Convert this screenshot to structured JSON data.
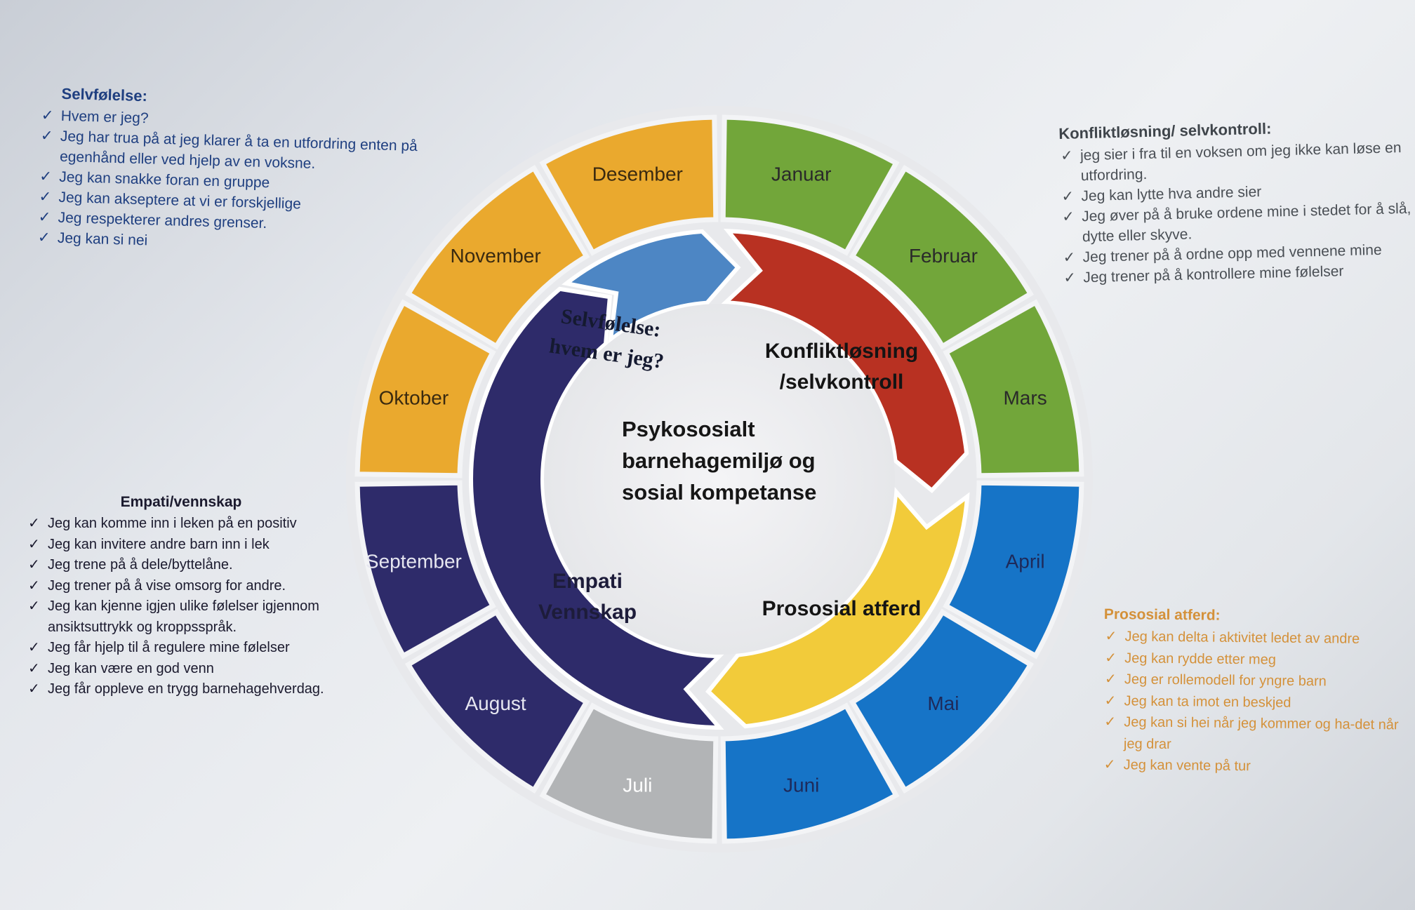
{
  "months": [
    {
      "label": "Januar",
      "color": "#72a63a",
      "text_color": "#2a2a2a"
    },
    {
      "label": "Februar",
      "color": "#72a63a",
      "text_color": "#2a2a2a"
    },
    {
      "label": "Mars",
      "color": "#72a63a",
      "text_color": "#2a2a2a"
    },
    {
      "label": "April",
      "color": "#1674c7",
      "text_color": "#1e2a5a"
    },
    {
      "label": "Mai",
      "color": "#1674c7",
      "text_color": "#1e2a5a"
    },
    {
      "label": "Juni",
      "color": "#1674c7",
      "text_color": "#1e2a5a"
    },
    {
      "label": "Juli",
      "color": "#b2b4b6",
      "text_color": "#ffffff"
    },
    {
      "label": "August",
      "color": "#2e2b6a",
      "text_color": "#e6e6f0"
    },
    {
      "label": "September",
      "color": "#2e2b6a",
      "text_color": "#e6e6f0"
    },
    {
      "label": "Oktober",
      "color": "#eaa92e",
      "text_color": "#3a2a10"
    },
    {
      "label": "November",
      "color": "#eaa92e",
      "text_color": "#3a2a10"
    },
    {
      "label": "Desember",
      "color": "#eaa92e",
      "text_color": "#3a2a10"
    }
  ],
  "themes": [
    {
      "lines": [
        "Konfliktløsning",
        "/selvkontroll"
      ],
      "color": "#b83122",
      "text_color": "#141414"
    },
    {
      "lines": [
        "Prososial atferd"
      ],
      "color": "#f2cb3a",
      "text_color": "#141414"
    },
    {
      "lines": [
        "Empati",
        "Vennskap"
      ],
      "color": "#2e2b6a",
      "text_color": "#1d1c3a"
    },
    {
      "lines": [
        "Selvfølelse:",
        "hvem er jeg?"
      ],
      "color": "#4d86c4",
      "text_color": "#151a30"
    }
  ],
  "center": {
    "lines": [
      "Psykososialt",
      "barnehagemiljø og",
      "sosial kompetanse"
    ]
  },
  "panels": {
    "selvfolelse": {
      "title": "Selvfølelse:",
      "items": [
        "Hvem er jeg?",
        "Jeg har trua på at jeg klarer å ta en utfordring enten på egenhånd eller ved hjelp av en voksne.",
        "Jeg kan snakke foran en gruppe",
        "Jeg kan akseptere at vi er forskjellige",
        "Jeg respekterer andres grenser.",
        "Jeg kan si nei"
      ]
    },
    "konflikt": {
      "title": "Konfliktløsning/ selvkontroll:",
      "items": [
        "jeg sier i fra til en voksen om jeg ikke kan løse en utfordring.",
        "Jeg kan lytte hva andre sier",
        "Jeg øver på å bruke ordene mine i stedet for å slå, dytte eller skyve.",
        "Jeg trener på å ordne opp med vennene mine",
        "Jeg trener på å kontrollere mine følelser"
      ]
    },
    "empati": {
      "title": "Empati/vennskap",
      "items": [
        "Jeg kan komme inn i leken på en positiv",
        "Jeg kan invitere andre barn inn i lek",
        "Jeg trene på å dele/byttelåne.",
        "Jeg trener på å vise omsorg for andre.",
        "Jeg kan kjenne igjen ulike følelser igjennom ansiktsuttrykk og kroppsspråk.",
        "Jeg får hjelp til å regulere mine følelser",
        "Jeg kan være en god venn",
        "Jeg får oppleve en trygg barnehagehverdag."
      ]
    },
    "prososial": {
      "title": "Prososial atferd:",
      "items": [
        "Jeg kan delta i aktivitet ledet av andre",
        "Jeg kan rydde etter meg",
        "Jeg er rollemodell for yngre barn",
        "Jeg kan ta imot en beskjed",
        "Jeg kan si hei når jeg kommer og ha-det når jeg drar",
        "Jeg kan vente på tur"
      ]
    }
  }
}
